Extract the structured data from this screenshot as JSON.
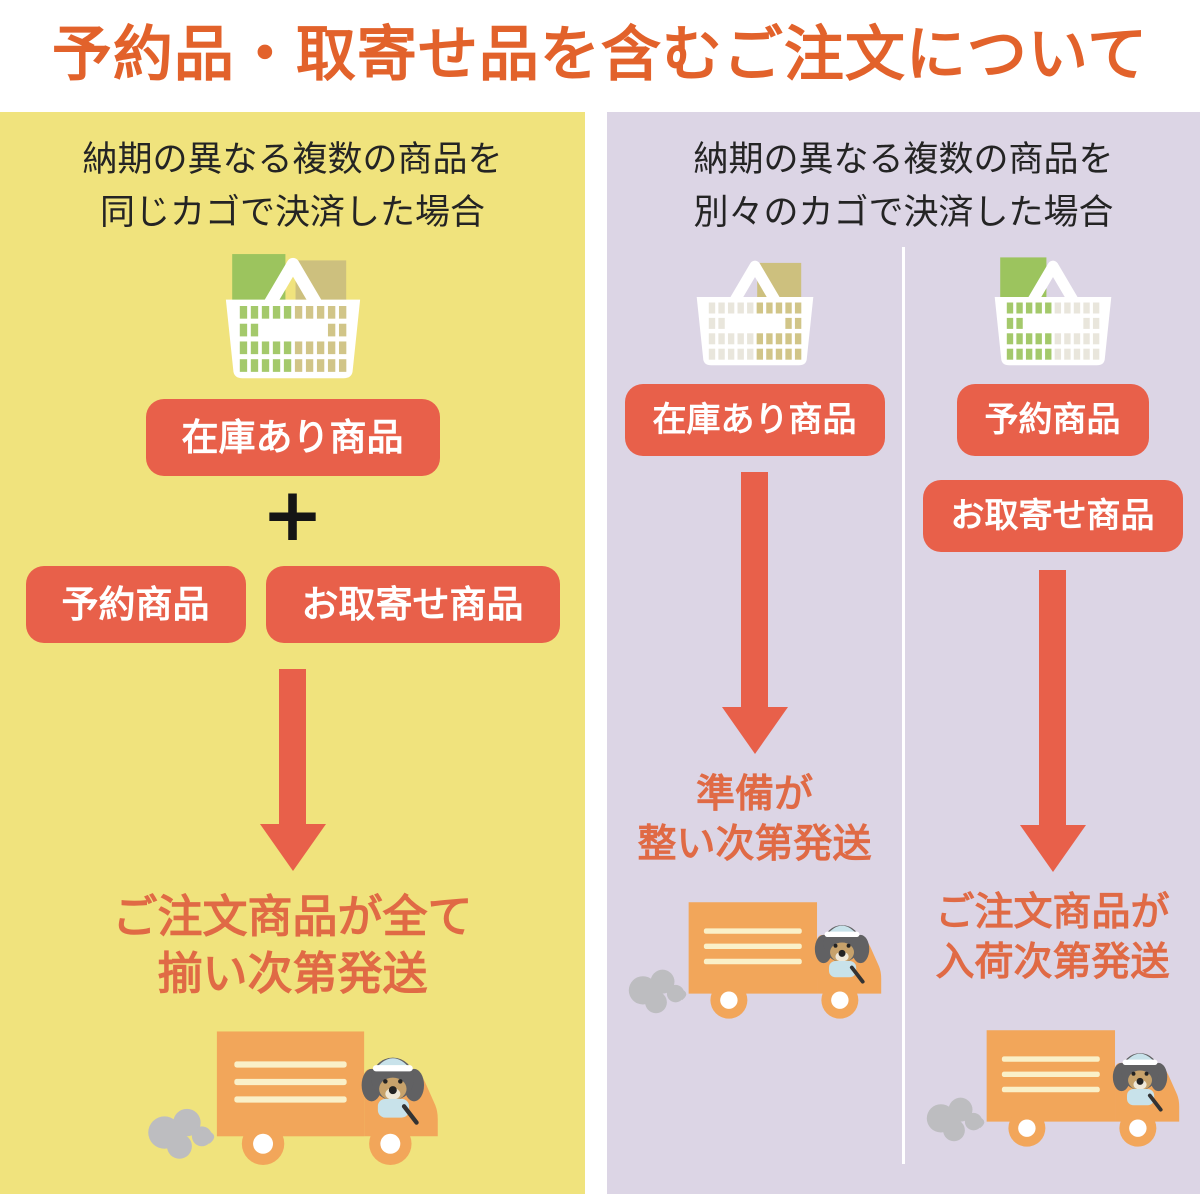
{
  "title": "予約品・取寄せ品を含むご注文について",
  "colors": {
    "title_orange": "#E2622B",
    "badge_red": "#E8604A",
    "panel_yellow": "#F0E37D",
    "panel_purple": "#DCD5E5",
    "result_orange": "#E06A45",
    "heading_black": "#242424",
    "truck_orange": "#F2A65A",
    "truck_stripe_cream": "#FAF0C8",
    "basket_white": "#FFFFFF",
    "item_green": "#9CC45E",
    "item_tan": "#CDC07E",
    "slat_faint": "#E7E4D9",
    "smoke_gray": "#BDBDC0",
    "dog_gray": "#616163",
    "dog_tan": "#C7A26B",
    "cap_blue": "#C8E2EA"
  },
  "icons": {
    "basket": "shopping-basket-icon",
    "truck": "delivery-truck-icon",
    "arrow": "down-arrow-icon",
    "plus": "plus-icon",
    "smoke": "exhaust-smoke-icon"
  },
  "left_panel": {
    "heading_line1": "納期の異なる複数の商品を",
    "heading_line2": "同じカゴで決済した場合",
    "in_stock_badge": "在庫あり商品",
    "plus_sign": "+",
    "preorder_badge": "予約商品",
    "backorder_badge": "お取寄せ商品",
    "result_line1": "ご注文商品が全て",
    "result_line2": "揃い次第発送"
  },
  "right_panel": {
    "heading_line1": "納期の異なる複数の商品を",
    "heading_line2": "別々のカゴで決済した場合",
    "stock_column": {
      "badge": "在庫あり商品",
      "result_line1": "準備が",
      "result_line2": "整い次第発送"
    },
    "order_column": {
      "preorder_badge": "予約商品",
      "backorder_badge": "お取寄せ商品",
      "result_line1": "ご注文商品が",
      "result_line2": "入荷次第発送"
    }
  }
}
